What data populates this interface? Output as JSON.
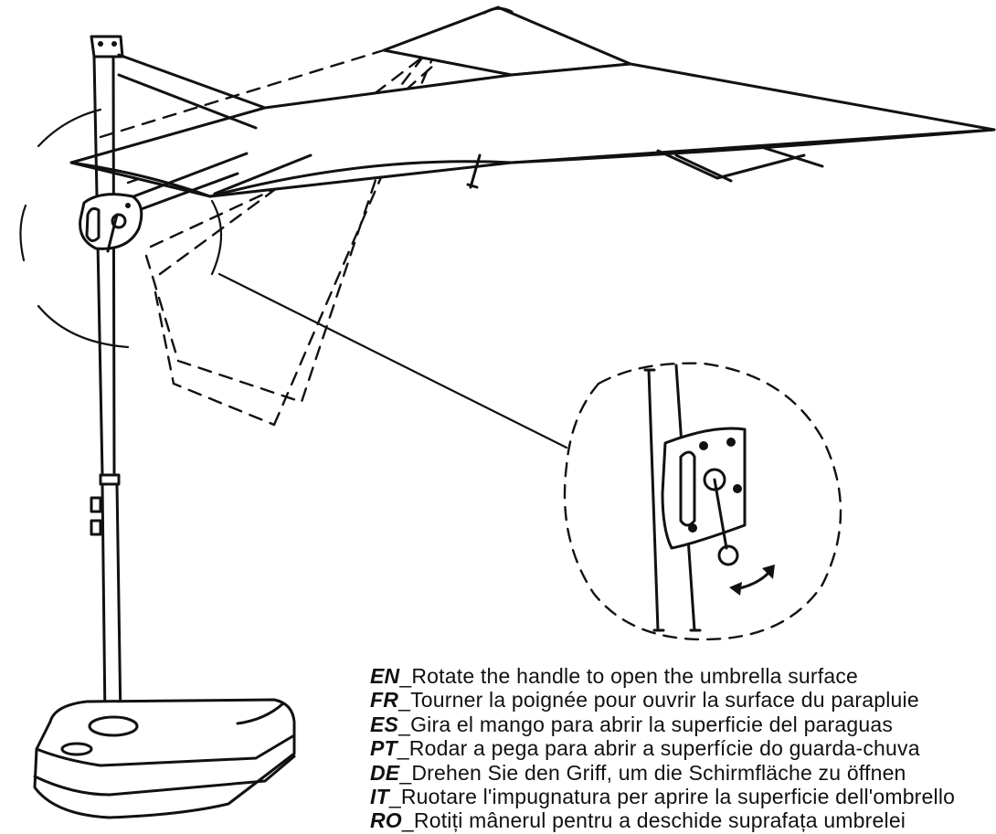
{
  "instructions": [
    {
      "code": "EN",
      "sep": "_",
      "text": "Rotate the handle to open the umbrella surface"
    },
    {
      "code": "FR",
      "sep": "_",
      "text": "Tourner la poignée pour ouvrir la surface du parapluie"
    },
    {
      "code": "ES",
      "sep": "_",
      "text": "Gira el mango para abrir la superficie del paraguas"
    },
    {
      "code": "PT",
      "sep": "_",
      "text": "Rodar a pega para abrir a superfície do guarda-chuva"
    },
    {
      "code": "DE",
      "sep": "_",
      "text": "Drehen Sie den Griff, um die Schirmfläche zu öffnen"
    },
    {
      "code": "IT",
      "sep": "_",
      "text": "Ruotare l'impugnatura per aprire la superficie dell'ombrello"
    },
    {
      "code": "RO",
      "sep": "_",
      "text": "Rotiți mânerul pentru a deschide suprafața umbrelei"
    }
  ],
  "colors": {
    "ink": "#111111",
    "background": "#ffffff"
  },
  "icons": [
    "cantilever-umbrella-drawing",
    "crank-handle-detail",
    "rotate-arrow-icon"
  ]
}
